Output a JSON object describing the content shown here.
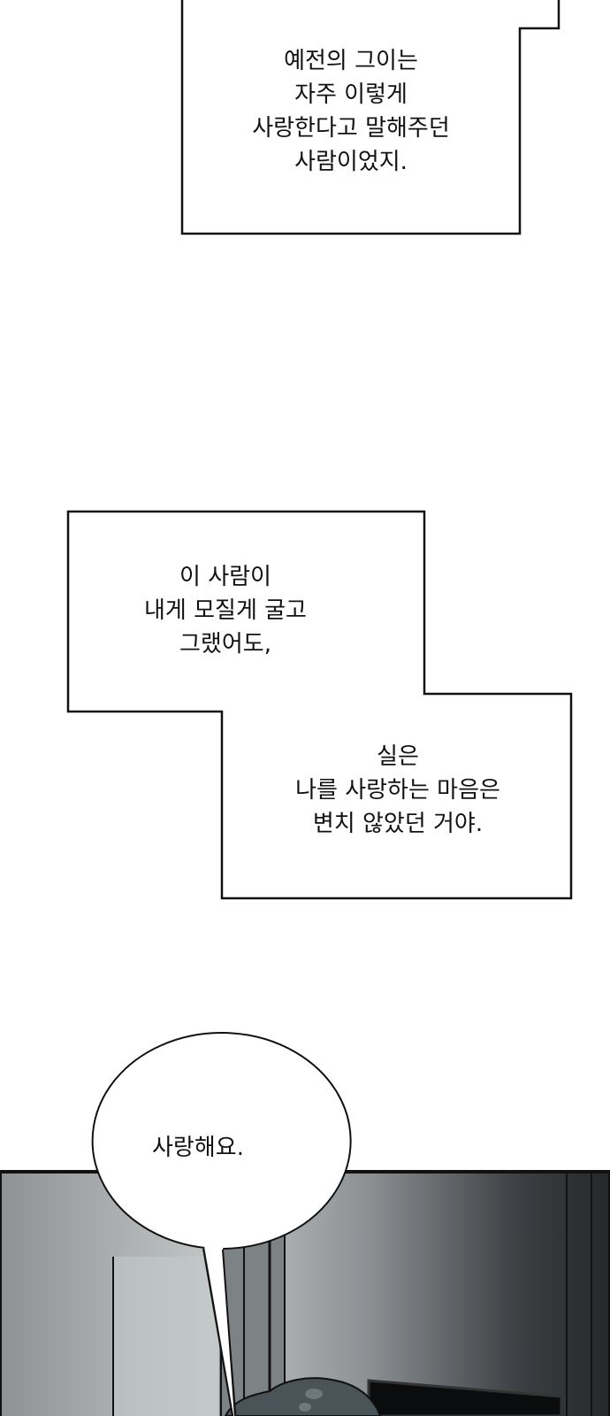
{
  "captions": {
    "box1": [
      "예전의 그이는",
      "자주 이렇게",
      "사랑한다고 말해주던",
      "사람이었지."
    ],
    "box2": [
      "이 사람이",
      "내게 모질게 굴고",
      "그랬어도,"
    ],
    "box3": [
      "실은",
      "나를 사랑하는 마음은",
      "변치 않았던 거야."
    ]
  },
  "speech_bubble": {
    "text": "사랑해요."
  }
}
